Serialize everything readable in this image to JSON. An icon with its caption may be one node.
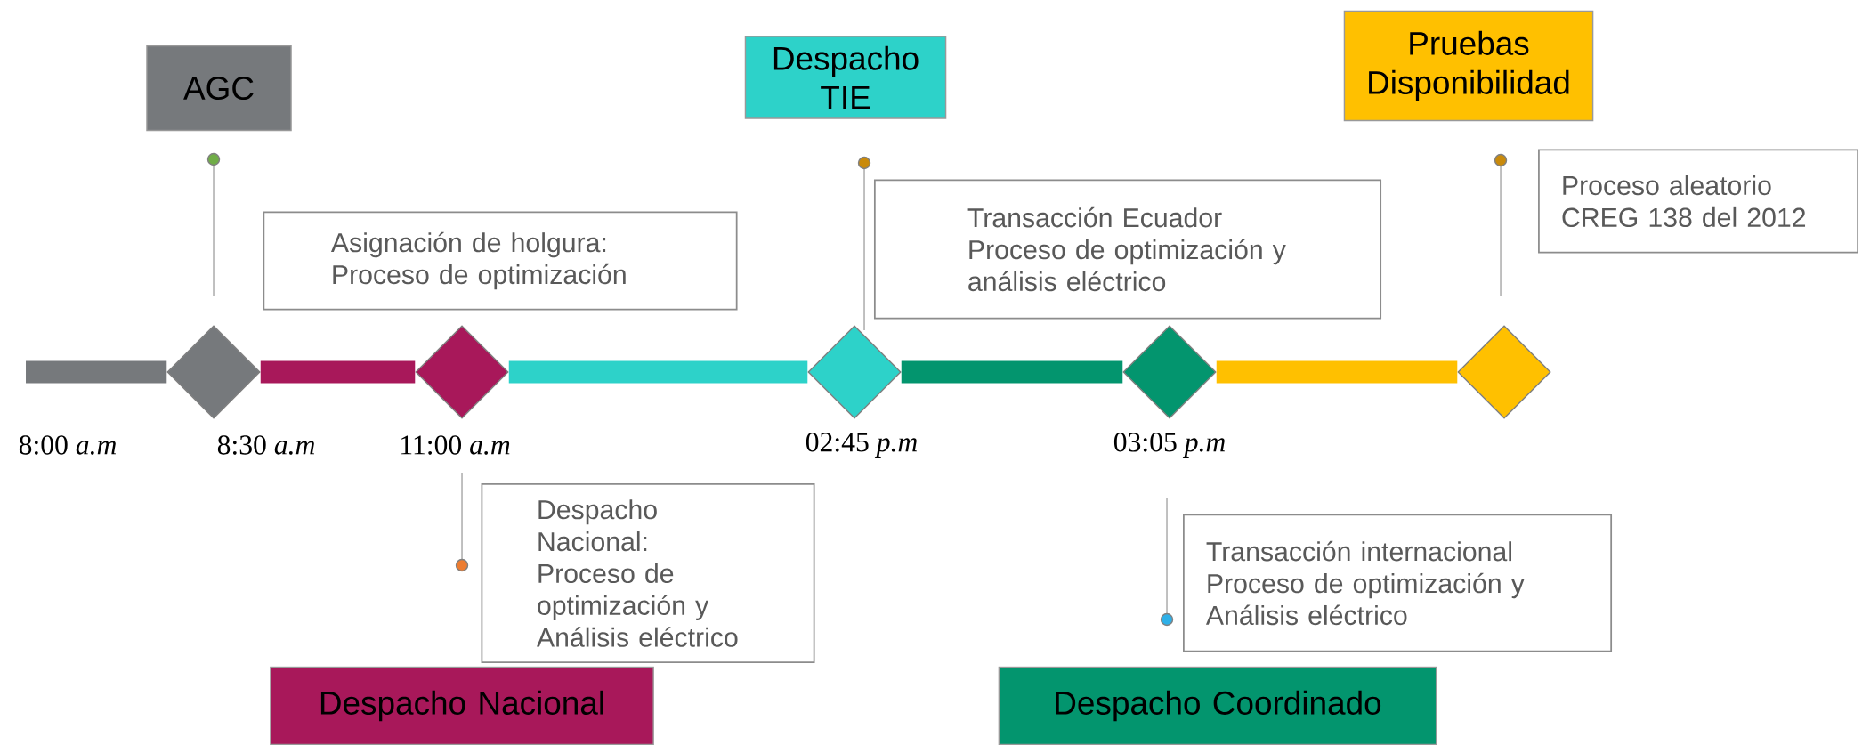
{
  "diagram": {
    "nodes": [
      {
        "text": [
          "AGC"
        ]
      },
      {
        "text": [
          "Despacho TIE"
        ]
      },
      {
        "text": [
          "Pruebas Disponibilidad"
        ]
      },
      {
        "text": [
          "Proceso aleatorio CREG 138 del 2012"
        ]
      },
      {
        "text": [
          "Transacción Ecuador Proceso de optimización y análisis eléctrico"
        ]
      },
      {
        "text": [
          "Asignación de holgura: Proceso de optimización"
        ]
      },
      {
        "text": [],
        "shape": "diamond"
      },
      {
        "text": [],
        "shape": "diamond"
      },
      {
        "text": [],
        "shape": "diamond"
      },
      {
        "text": [],
        "shape": "diamond"
      },
      {
        "text": [],
        "shape": "diamond"
      },
      {
        "text": [
          "Despacho Nacional: Proceso de optimización y Análisis eléctrico"
        ]
      },
      {
        "text": [
          "Transacción internacional Proceso de optimización y Análisis eléctrico"
        ]
      },
      {
        "text": [
          "Despacho Nacional"
        ]
      },
      {
        "text": [
          "Despacho Coordinado"
        ]
      }
    ],
    "edges": [
      {
        "from": null,
        "to": 6,
        "arrow": "none",
        "color": "#76797c"
      },
      {
        "from": 6,
        "to": 7,
        "arrow": "none",
        "color": "#a8185a"
      },
      {
        "from": 7,
        "to": 8,
        "arrow": "none",
        "color": "#2dd2c9"
      },
      {
        "from": 8,
        "to": 9,
        "arrow": "none",
        "color": "#03956e"
      },
      {
        "from": 9,
        "to": 10,
        "arrow": "none",
        "color": "#ffc000"
      }
    ],
    "labels": [
      "8:00 *a.m*",
      "8:30 *a.m*",
      "11:00 *a.m*",
      "02:45 *p.m*",
      "03:05 *p.m*"
    ]
  }
}
